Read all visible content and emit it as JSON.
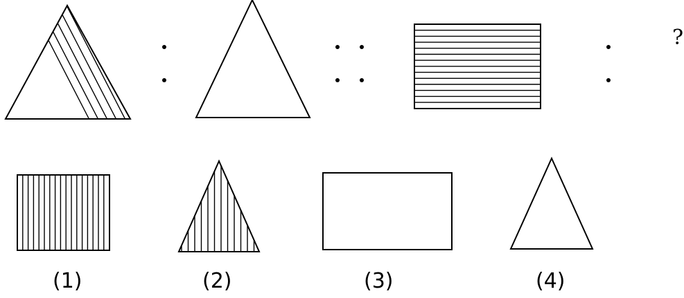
{
  "question": {
    "unknown_mark": "?"
  },
  "options": [
    {
      "label": "(1)"
    },
    {
      "label": "(2)"
    },
    {
      "label": "(3)"
    },
    {
      "label": "(4)"
    }
  ],
  "colors": {
    "stroke": "#000000",
    "background": "#ffffff"
  }
}
